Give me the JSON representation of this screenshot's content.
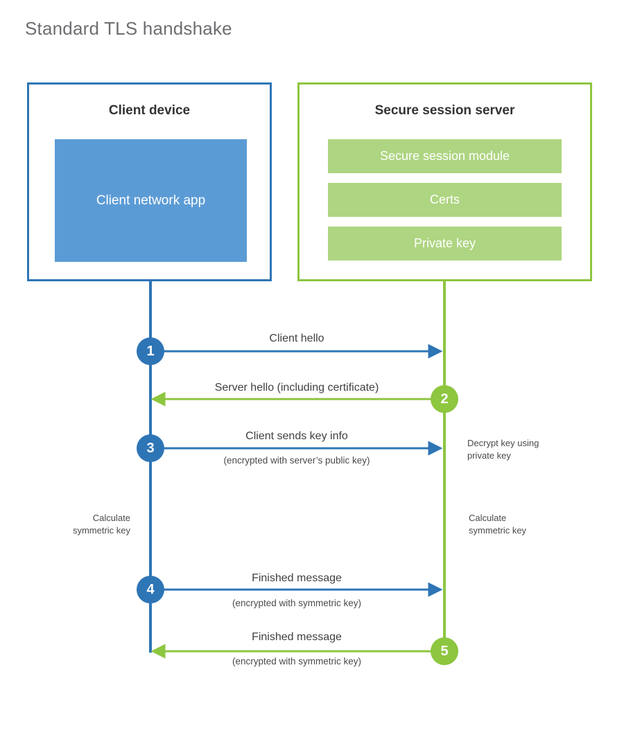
{
  "title": "Standard TLS handshake",
  "colors": {
    "client_blue": "#2e75b6",
    "client_fill": "#5b9bd5",
    "server_green": "#8dc63f",
    "server_fill": "#aed581",
    "title_gray": "#6d6e71",
    "text_gray": "#404040"
  },
  "client": {
    "title": "Client device",
    "app_label": "Client network app"
  },
  "server": {
    "title": "Secure session server",
    "modules": [
      {
        "label": "Secure session module"
      },
      {
        "label": "Certs"
      },
      {
        "label": "Private key"
      }
    ]
  },
  "steps": [
    {
      "number": "1",
      "side": "client",
      "direction": "to-server",
      "label": "Client hello",
      "sublabel": ""
    },
    {
      "number": "2",
      "side": "server",
      "direction": "to-client",
      "label": "Server hello (including certificate)",
      "sublabel": ""
    },
    {
      "number": "3",
      "side": "client",
      "direction": "to-server",
      "label": "Client sends key info",
      "sublabel": "(encrypted with server’s public key)"
    },
    {
      "number": "4",
      "side": "client",
      "direction": "to-server",
      "label": "Finished message",
      "sublabel": "(encrypted with symmetric key)"
    },
    {
      "number": "5",
      "side": "server",
      "direction": "to-client",
      "label": "Finished message",
      "sublabel": "(encrypted with symmetric key)"
    }
  ],
  "annotations": {
    "decrypt_note": "Decrypt key using\nprivate key",
    "client_calc_note": "Calculate\nsymmetric key",
    "server_calc_note": "Calculate\nsymmetric key"
  }
}
